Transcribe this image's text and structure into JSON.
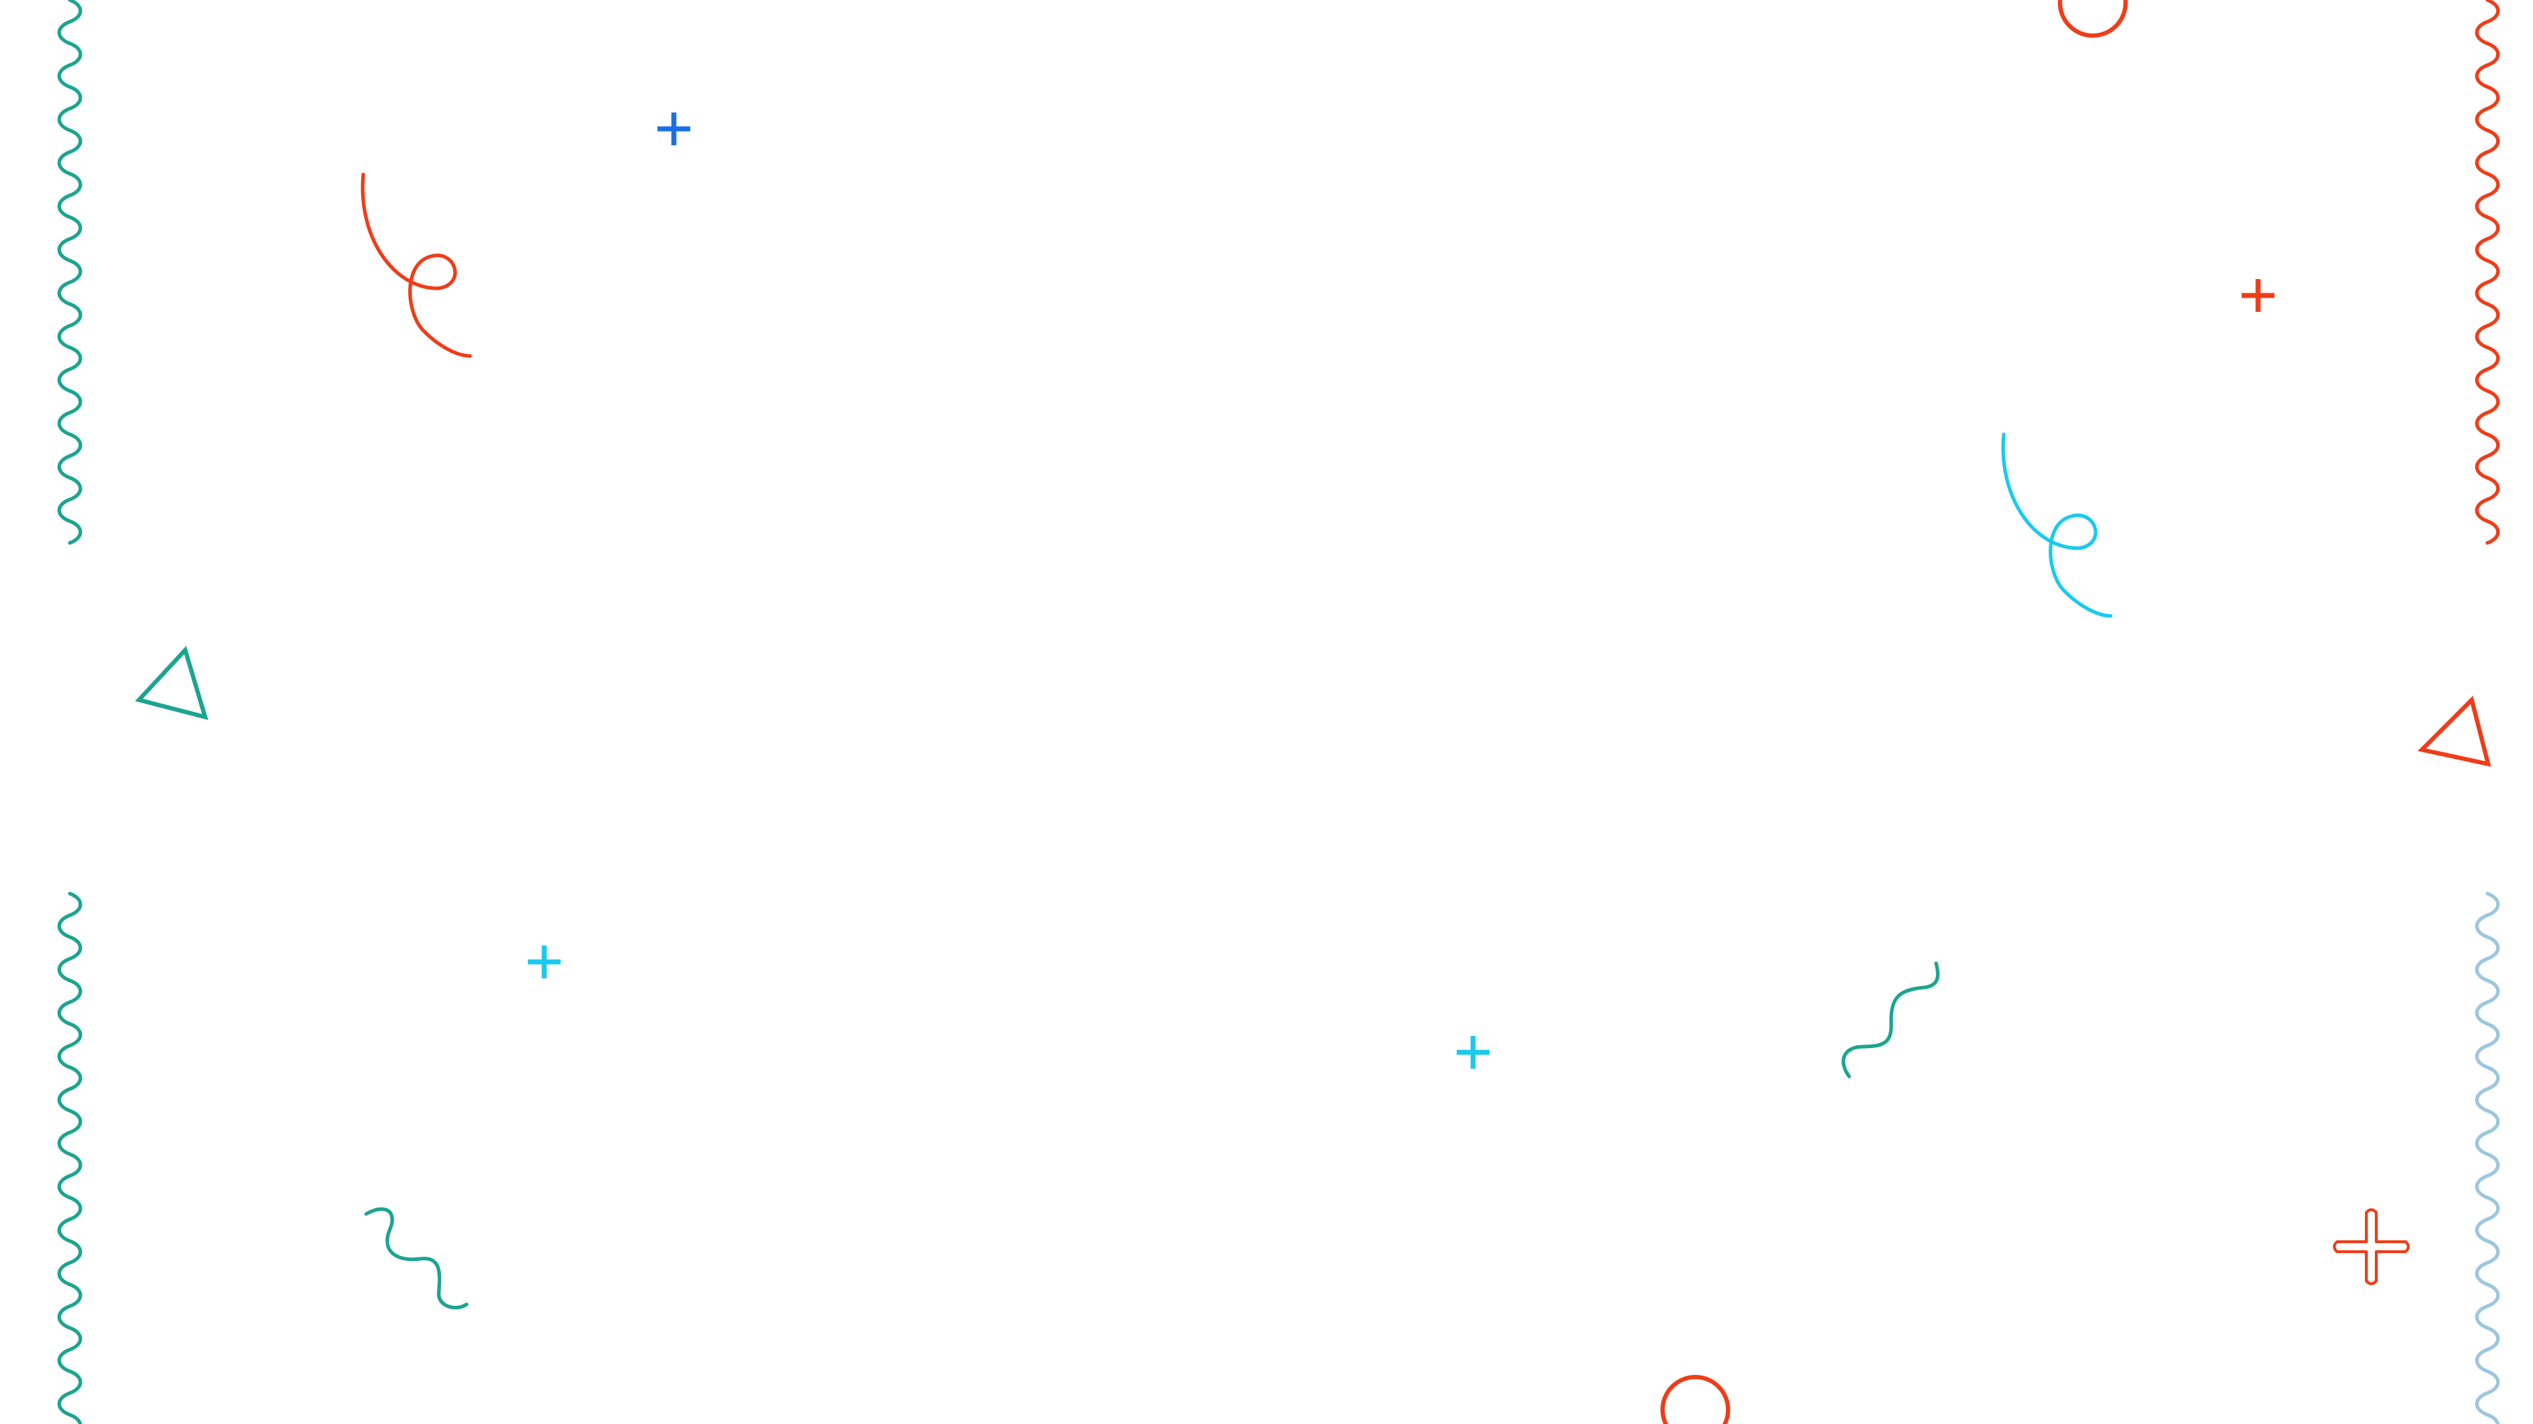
{
  "background": {
    "color": "#ffffff"
  },
  "colors": {
    "teal": "#1ba590",
    "red_orange": "#f03c18",
    "blue": "#1a6ee8",
    "cyan": "#1bc9ee",
    "pale_blue": "#9cc7dd"
  },
  "decorations": [
    {
      "name": "left-top-squiggle-line",
      "icon": "vertical-squiggle",
      "color": "teal"
    },
    {
      "name": "left-bottom-squiggle-line",
      "icon": "vertical-squiggle",
      "color": "teal"
    },
    {
      "name": "right-top-squiggle-line",
      "icon": "vertical-squiggle",
      "color": "red_orange"
    },
    {
      "name": "right-bottom-squiggle-line",
      "icon": "vertical-squiggle",
      "color": "pale_blue"
    },
    {
      "name": "blue-plus-icon",
      "icon": "plus",
      "color": "blue"
    },
    {
      "name": "orange-loop-curl",
      "icon": "loop-curl",
      "color": "red_orange"
    },
    {
      "name": "teal-triangle-left",
      "icon": "triangle-outline",
      "color": "teal"
    },
    {
      "name": "cyan-plus-left",
      "icon": "plus",
      "color": "cyan"
    },
    {
      "name": "teal-squiggle-small-left",
      "icon": "small-squiggle",
      "color": "teal"
    },
    {
      "name": "cyan-plus-center",
      "icon": "plus",
      "color": "cyan"
    },
    {
      "name": "teal-squiggle-small-right",
      "icon": "small-squiggle",
      "color": "teal"
    },
    {
      "name": "orange-circle-bottom",
      "icon": "circle-outline",
      "color": "red_orange"
    },
    {
      "name": "orange-circle-top",
      "icon": "circle-outline",
      "color": "red_orange"
    },
    {
      "name": "orange-plus-top-right",
      "icon": "plus",
      "color": "red_orange"
    },
    {
      "name": "cyan-loop-curl",
      "icon": "loop-curl",
      "color": "cyan"
    },
    {
      "name": "orange-triangle-right",
      "icon": "triangle-outline",
      "color": "red_orange"
    },
    {
      "name": "orange-outlined-plus",
      "icon": "outlined-plus",
      "color": "red_orange"
    }
  ]
}
